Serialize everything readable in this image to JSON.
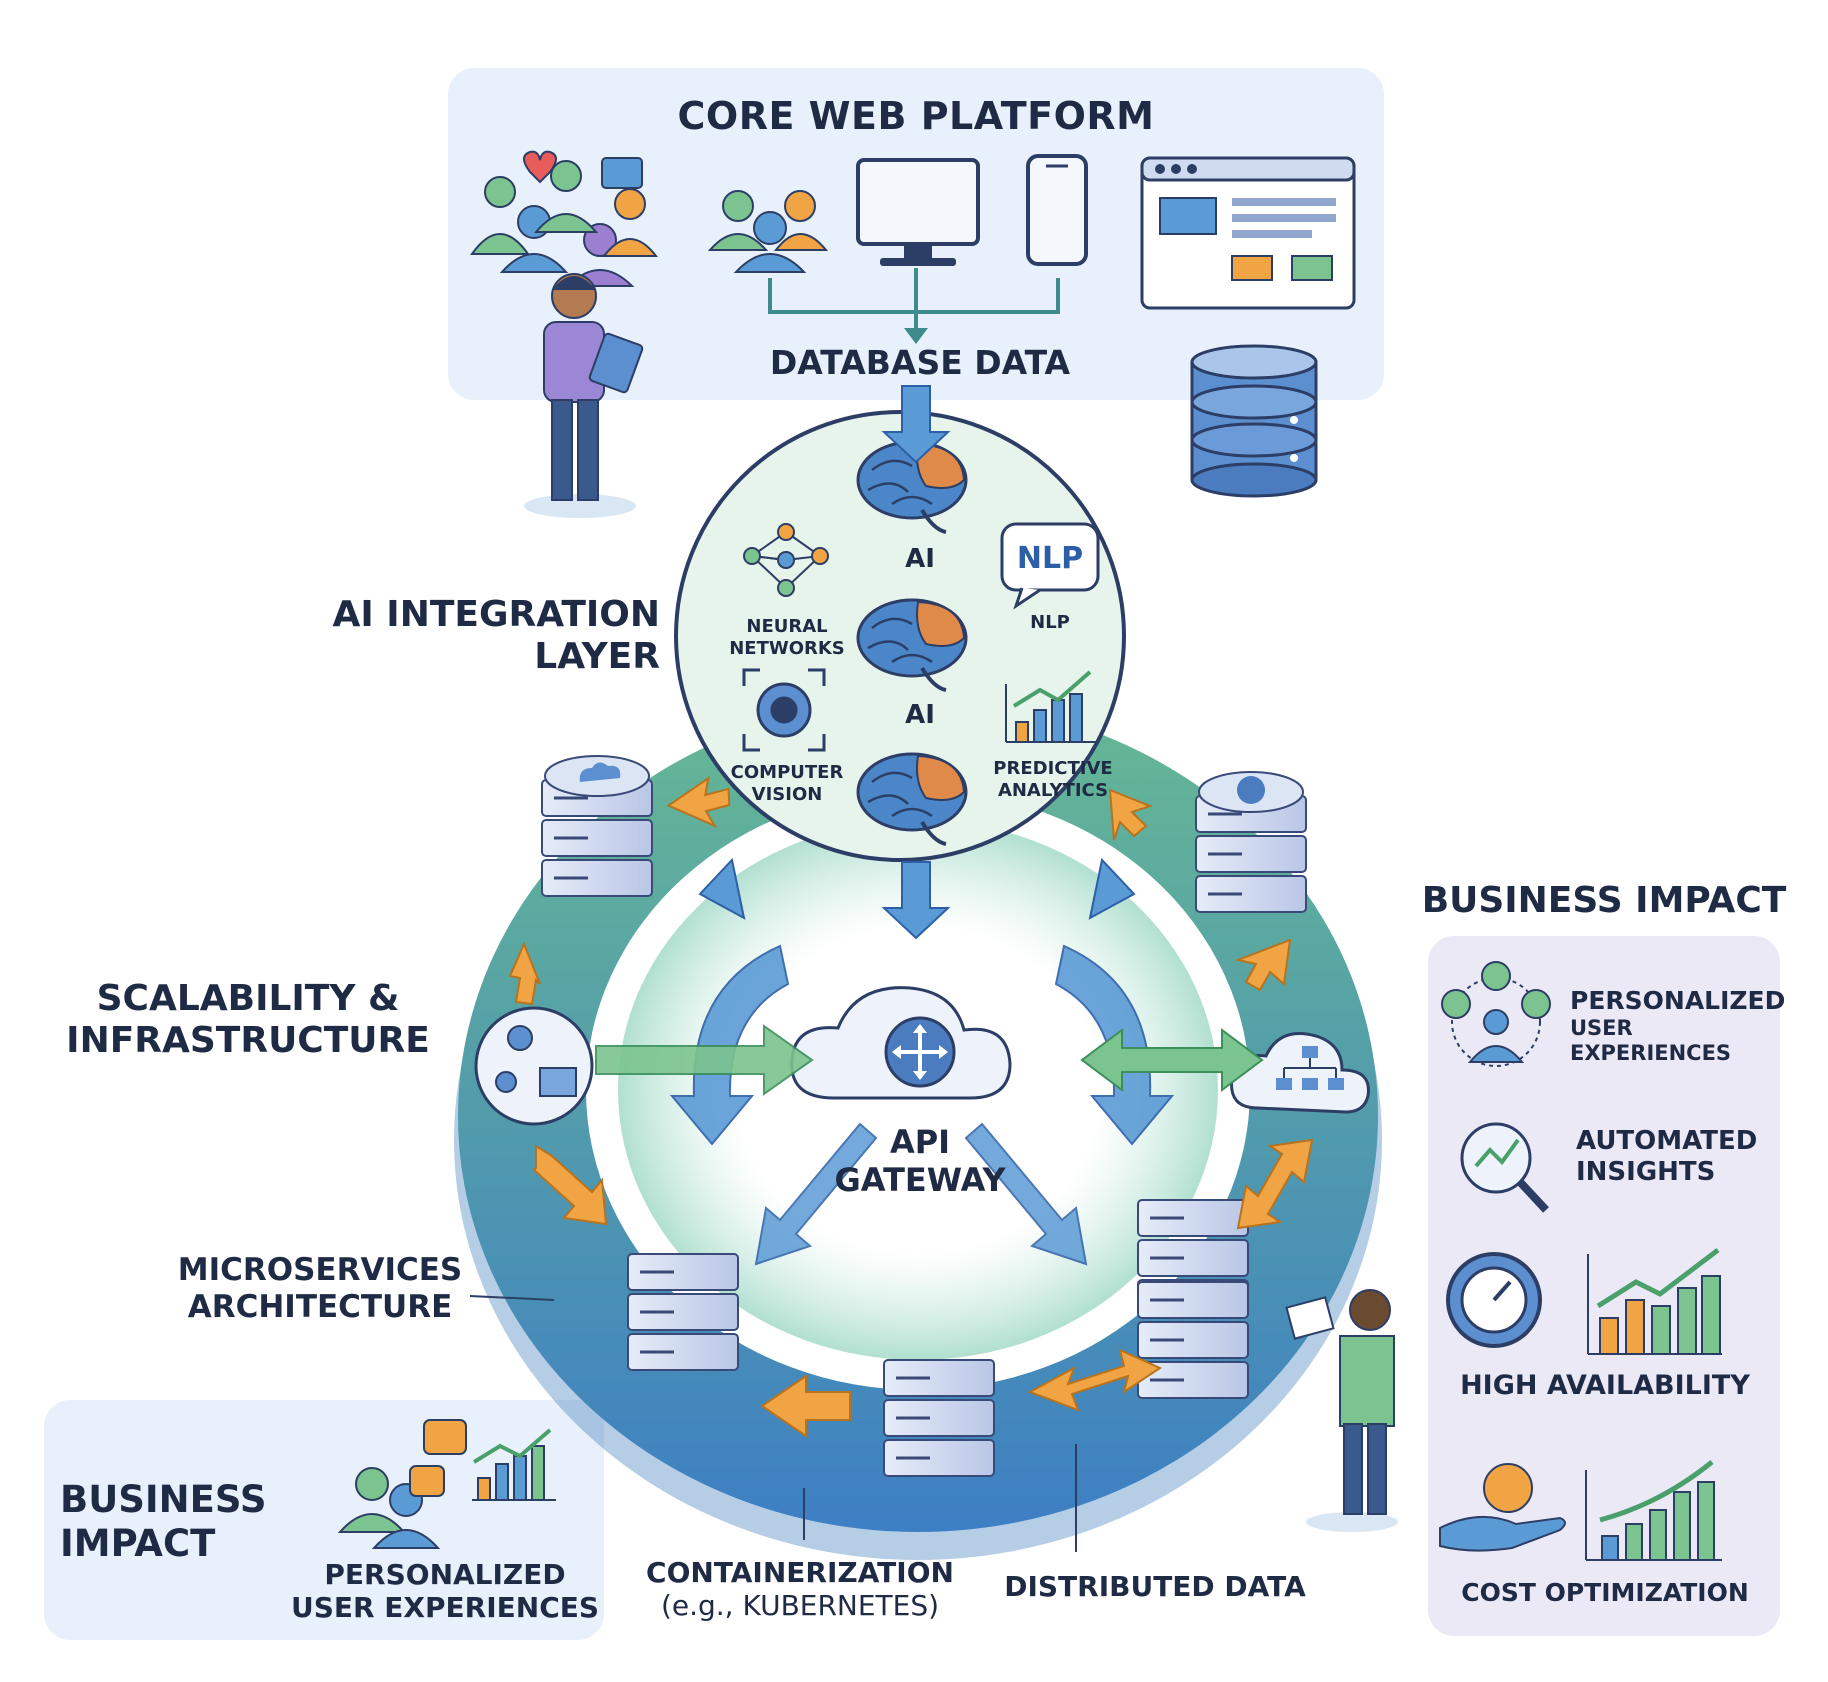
{
  "core_platform": {
    "title": "CORE WEB PLATFORM",
    "database_label": "DATABASE DATA"
  },
  "ai_layer": {
    "title": "AI INTEGRATION LAYER",
    "ai_label_1": "AI",
    "ai_label_2": "AI",
    "neural_networks": "NEURAL NETWORKS",
    "nlp_badge": "NLP",
    "nlp_label": "NLP",
    "computer_vision": "COMPUTER VISION",
    "predictive_analytics": "PREDICTIVE ANALYTICS"
  },
  "infrastructure": {
    "scalability": "SCALABILITY & INFRASTRUCTURE",
    "microservices": "MICROSERVICES ARCHITECTURE",
    "api_gateway": "API GATEWAY",
    "containerization_1": "CONTAINERIZATION",
    "containerization_2": "(e.g., KUBERNETES)",
    "distributed_data": "DISTRIBUTED DATA"
  },
  "impact_right": {
    "title": "BUSINESS IMPACT",
    "personalized_1": "PERSONALIZED",
    "personalized_2": "USER EXPERIENCES",
    "automated": "AUTOMATED INSIGHTS",
    "high_availability": "HIGH AVAILABILITY",
    "cost": "COST OPTIMIZATION"
  },
  "impact_bottom_left": {
    "title": "BUSINESS IMPACT",
    "personalized": "PERSONALIZED USER EXPERIENCES"
  },
  "colors": {
    "ring_green": "#5fae8e",
    "ring_blue": "#3d7fc4",
    "arrow_orange": "#f0a444",
    "arrow_blue": "#5b9bd5",
    "arrow_green": "#7cc48f",
    "ai_circle": "#e7f4ec",
    "panel_blue": "#e8f1fb",
    "panel_purple": "#ece9f7"
  }
}
